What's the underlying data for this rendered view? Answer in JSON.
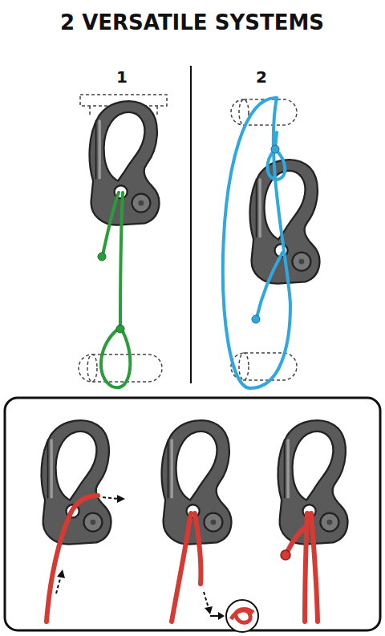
{
  "diagram": {
    "title": "2 VERSATILE SYSTEMS",
    "labels": [
      "1",
      "2"
    ]
  }
}
